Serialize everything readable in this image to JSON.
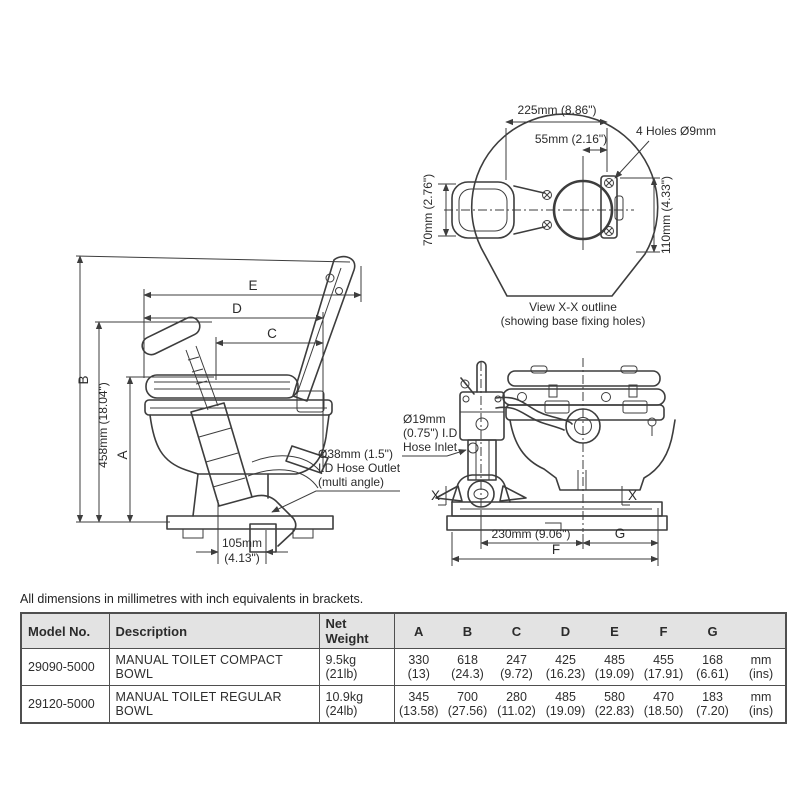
{
  "note": "All dimensions in millimetres with inch equivalents in brackets.",
  "colors": {
    "line": "#3d3d3d",
    "text": "#2b2b2b",
    "table_border": "#4f4f4f",
    "table_header_bg": "#e3e3e3"
  },
  "top_view": {
    "dim_width": "225mm (8.86\")",
    "dim_holes_span": "55mm (2.16\")",
    "holes_label": "4 Holes Ø9mm",
    "dim_handle": "70mm (2.76\")",
    "dim_plate": "110mm (4.33\")",
    "caption1": "View X-X outline",
    "caption2": "(showing base fixing holes)"
  },
  "side_view": {
    "b": "B",
    "e": "E",
    "d": "D",
    "c": "C",
    "a": "A",
    "height": "458mm (18.04\")",
    "offset1": "105mm",
    "offset2": "(4.13\")",
    "outlet1": "Ø38mm (1.5\")",
    "outlet2": "I.D Hose Outlet",
    "outlet3": "(multi angle)"
  },
  "front_view": {
    "inlet1": "Ø19mm",
    "inlet2": "(0.75\") I.D",
    "inlet3": "Hose Inlet",
    "dim_base": "230mm (9.06\")",
    "g": "G",
    "f": "F",
    "x": "X"
  },
  "table": {
    "headers": {
      "model": "Model No.",
      "description": "Description",
      "net_weight": "Net Weight",
      "a": "A",
      "b": "B",
      "c": "C",
      "d": "D",
      "e": "E",
      "f": "F",
      "g": "G"
    },
    "rows": [
      {
        "model": "29090-5000",
        "description": "MANUAL TOILET COMPACT BOWL",
        "weight1": "9.5kg",
        "weight2": "(21lb)",
        "a1": "330",
        "a2": "(13)",
        "b1": "618",
        "b2": "(24.3)",
        "c1": "247",
        "c2": "(9.72)",
        "d1": "425",
        "d2": "(16.23)",
        "e1": "485",
        "e2": "(19.09)",
        "f1": "455",
        "f2": "(17.91)",
        "g1": "168",
        "g2": "(6.61)",
        "u1": "mm",
        "u2": "(ins)"
      },
      {
        "model": "29120-5000",
        "description": "MANUAL TOILET REGULAR BOWL",
        "weight1": "10.9kg",
        "weight2": "(24lb)",
        "a1": "345",
        "a2": "(13.58)",
        "b1": "700",
        "b2": "(27.56)",
        "c1": "280",
        "c2": "(11.02)",
        "d1": "485",
        "d2": "(19.09)",
        "e1": "580",
        "e2": "(22.83)",
        "f1": "470",
        "f2": "(18.50)",
        "g1": "183",
        "g2": "(7.20)",
        "u1": "mm",
        "u2": "(ins)"
      }
    ]
  }
}
